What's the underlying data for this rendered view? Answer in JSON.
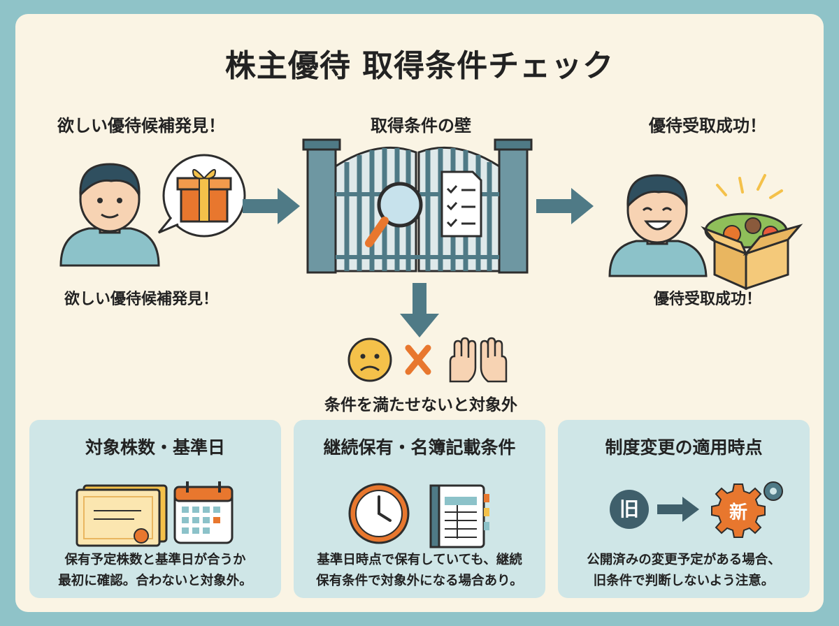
{
  "title": "株主優待 取得条件チェック",
  "steps": {
    "left_heading": "欲しい優待候補発見！",
    "left_caption": "欲しい優待候補発見！",
    "center_heading": "取得条件の壁",
    "right_heading": "優待受取成功！",
    "right_caption": "優待受取成功！",
    "fail_caption": "条件を満たせないと対象外"
  },
  "cards": [
    {
      "title": "対象株数・基準日",
      "body_1": "保有予定株数と基準日が合うか",
      "body_2": "最初に確認。合わないと対象外。"
    },
    {
      "title": "継続保有・名簿記載条件",
      "body_1": "基準日時点で保有していても、継続",
      "body_2": "保有条件で対象外になる場合あり。"
    },
    {
      "title": "制度変更の適用時点",
      "icon_old": "旧",
      "icon_new": "新",
      "body_1": "公開済みの変更予定がある場合、",
      "body_2": "旧条件で判断しないよう注意。"
    }
  ],
  "colors": {
    "background": "#8fc3c8",
    "panel": "#faf4e4",
    "card": "#cfe6e7",
    "gate": "#4f7a86",
    "accent": "#e8772e"
  }
}
